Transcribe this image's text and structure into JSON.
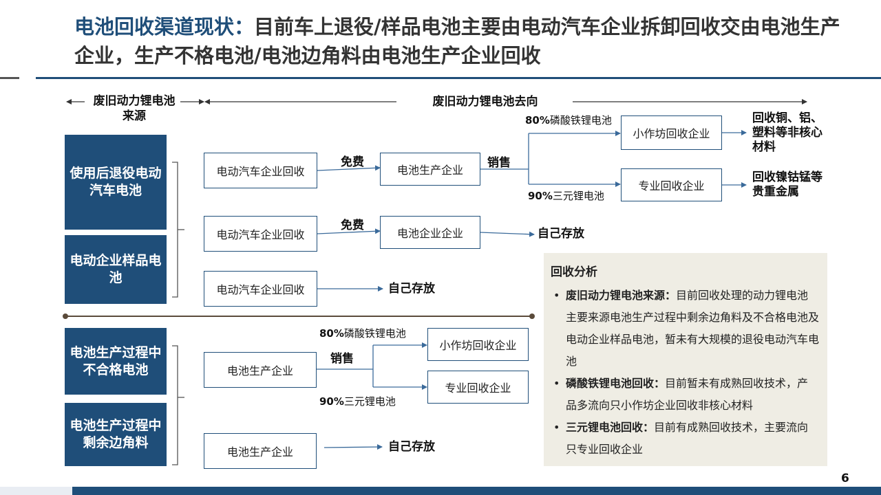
{
  "title": {
    "highlight": "电池回收渠道现状：",
    "rest": "目前车上退役/样品电池主要由电动汽车企业拆卸回收交由电池生产企业，生产不格电池/电池边角料由电池生产企业回收"
  },
  "headers": {
    "source": "废旧动力锂电池来源",
    "destination": "废旧动力锂电池去向"
  },
  "sources": {
    "retired_ev": "使用后退役电动汽车电池",
    "ev_sample": "电动企业样品电池",
    "defective": "电池生产过程中不合格电池",
    "scrap": "电池生产过程中剩余边角料"
  },
  "nodes": {
    "ev_recycle_1": "电动汽车企业回收",
    "battery_maker_1": "电池生产企业",
    "workshop_1": "小作坊回收企业",
    "pro_1": "专业回收企业",
    "ev_recycle_2": "电动汽车企业回收",
    "battery_enterprise": "电池企业企业",
    "ev_recycle_3": "电动汽车企业回收",
    "battery_maker_2": "电池生产企业",
    "workshop_2": "小作坊回收企业",
    "pro_2": "专业回收企业",
    "battery_maker_3": "电池生产企业"
  },
  "labels": {
    "free_1": "免费",
    "sale_1": "销售",
    "lfp_pct_1": "80%",
    "lfp_name_1": "磷酸铁锂电池",
    "ncm_pct_1": "90%",
    "ncm_name_1": "三元锂电池",
    "free_2": "免费",
    "sale_2": "销售",
    "lfp_pct_2": "80%",
    "lfp_name_2": "磷酸铁锂电池",
    "ncm_pct_2": "90%",
    "ncm_name_2": "三元锂电池"
  },
  "results": {
    "copper_al": "回收铜、铝、塑料等非核心材料",
    "ncm_metals": "回收镍钴锰等贵重金属",
    "self_store_1": "自己存放",
    "self_store_2": "自己存放",
    "self_store_3": "自己存放"
  },
  "analysis": {
    "heading": "回收分析",
    "items": [
      {
        "key": "废旧动力锂电池来源：",
        "text": "目前回收处理的动力锂电池主要来源电池生产过程中剩余边角料及不合格电池及电动企业样品电池，暂未有大规模的退役电动汽车电池"
      },
      {
        "key": "磷酸铁锂电池回收：",
        "text": "目前暂未有成熟回收技术，产品多流向只小作坊企业回收非核心材料"
      },
      {
        "key": "三元锂电池回收：",
        "text": "目前有成熟回收技术，主要流向只专业回收企业"
      }
    ]
  },
  "page_number": "6",
  "colors": {
    "primary": "#1f4e79",
    "panel": "#efede4",
    "line": "#3a6a9a"
  }
}
